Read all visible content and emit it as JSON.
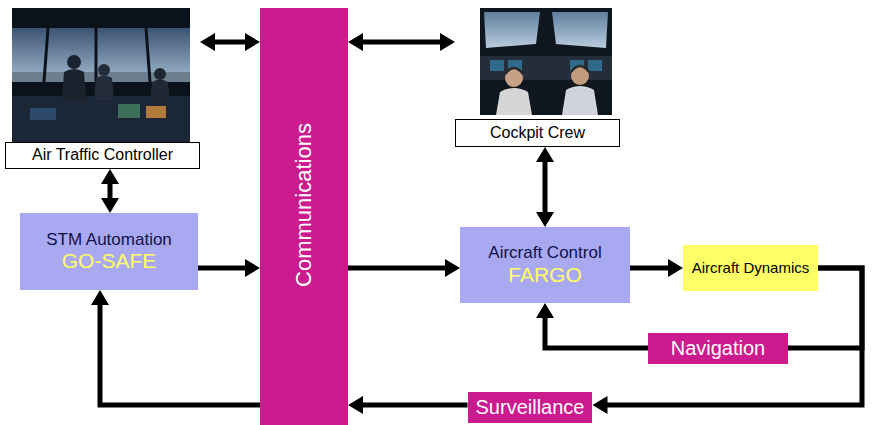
{
  "diagram": {
    "nodes": [
      {
        "text": [
          "Air Traffic Controller"
        ]
      },
      {
        "text": [
          "Communications"
        ]
      },
      {
        "text": [
          "Cockpit Crew"
        ]
      },
      {
        "text": [
          "STM Automation",
          "GO-SAFE"
        ]
      },
      {
        "text": [
          "Aircraft Control",
          "FARGO"
        ]
      },
      {
        "text": [
          "Aircraft Dynamics"
        ]
      },
      {
        "text": [
          "Navigation"
        ]
      },
      {
        "text": [
          "Surveillance"
        ]
      }
    ],
    "edges": [
      {
        "from": 0,
        "to": 1,
        "arrow": "both"
      },
      {
        "from": 0,
        "to": 3,
        "arrow": "both"
      },
      {
        "from": 1,
        "to": 2,
        "arrow": "both"
      },
      {
        "from": 2,
        "to": 4,
        "arrow": "both"
      },
      {
        "from": 3,
        "to": 1,
        "arrow": "to"
      },
      {
        "from": 1,
        "to": 4,
        "arrow": "to"
      },
      {
        "from": 4,
        "to": 5,
        "arrow": "to"
      },
      {
        "from": 5,
        "to": 6,
        "arrow": "none"
      },
      {
        "from": 6,
        "to": 4,
        "arrow": "to"
      },
      {
        "from": 5,
        "to": 7,
        "arrow": "to"
      },
      {
        "from": 7,
        "to": 1,
        "arrow": "to"
      },
      {
        "from": 1,
        "to": 3,
        "arrow": "to"
      }
    ]
  }
}
